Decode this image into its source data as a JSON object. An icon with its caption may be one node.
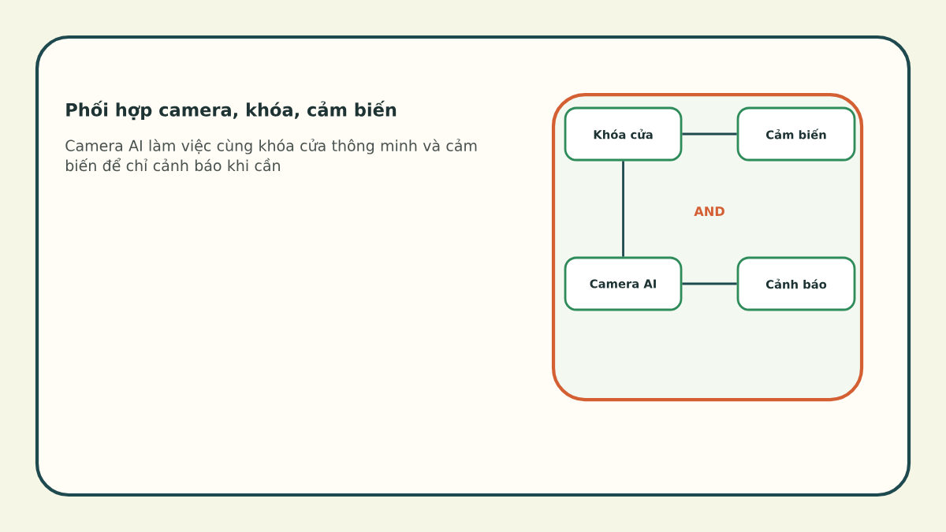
{
  "diagram": {
    "title": "Phối hợp camera, khóa, cảm biến",
    "nodes": [
      {
        "text": [
          "AND"
        ]
      },
      {
        "text": [
          "Khóa cửa"
        ],
        "in": 0
      },
      {
        "text": [
          "Cảm biến"
        ],
        "in": 0
      },
      {
        "text": [
          "Camera AI"
        ],
        "in": 0
      },
      {
        "text": [
          "Cảnh báo"
        ],
        "in": 0
      }
    ],
    "edges": [
      {
        "from": 1,
        "to": 2,
        "arrow": "none"
      },
      {
        "from": 1,
        "to": 3,
        "arrow": "none"
      },
      {
        "from": 3,
        "to": 4,
        "arrow": "none"
      }
    ],
    "labels": [
      "Camera AI làm việc cùng khóa cửa thông minh và cảm biến để chỉ cảnh báo khi cần"
    ]
  }
}
